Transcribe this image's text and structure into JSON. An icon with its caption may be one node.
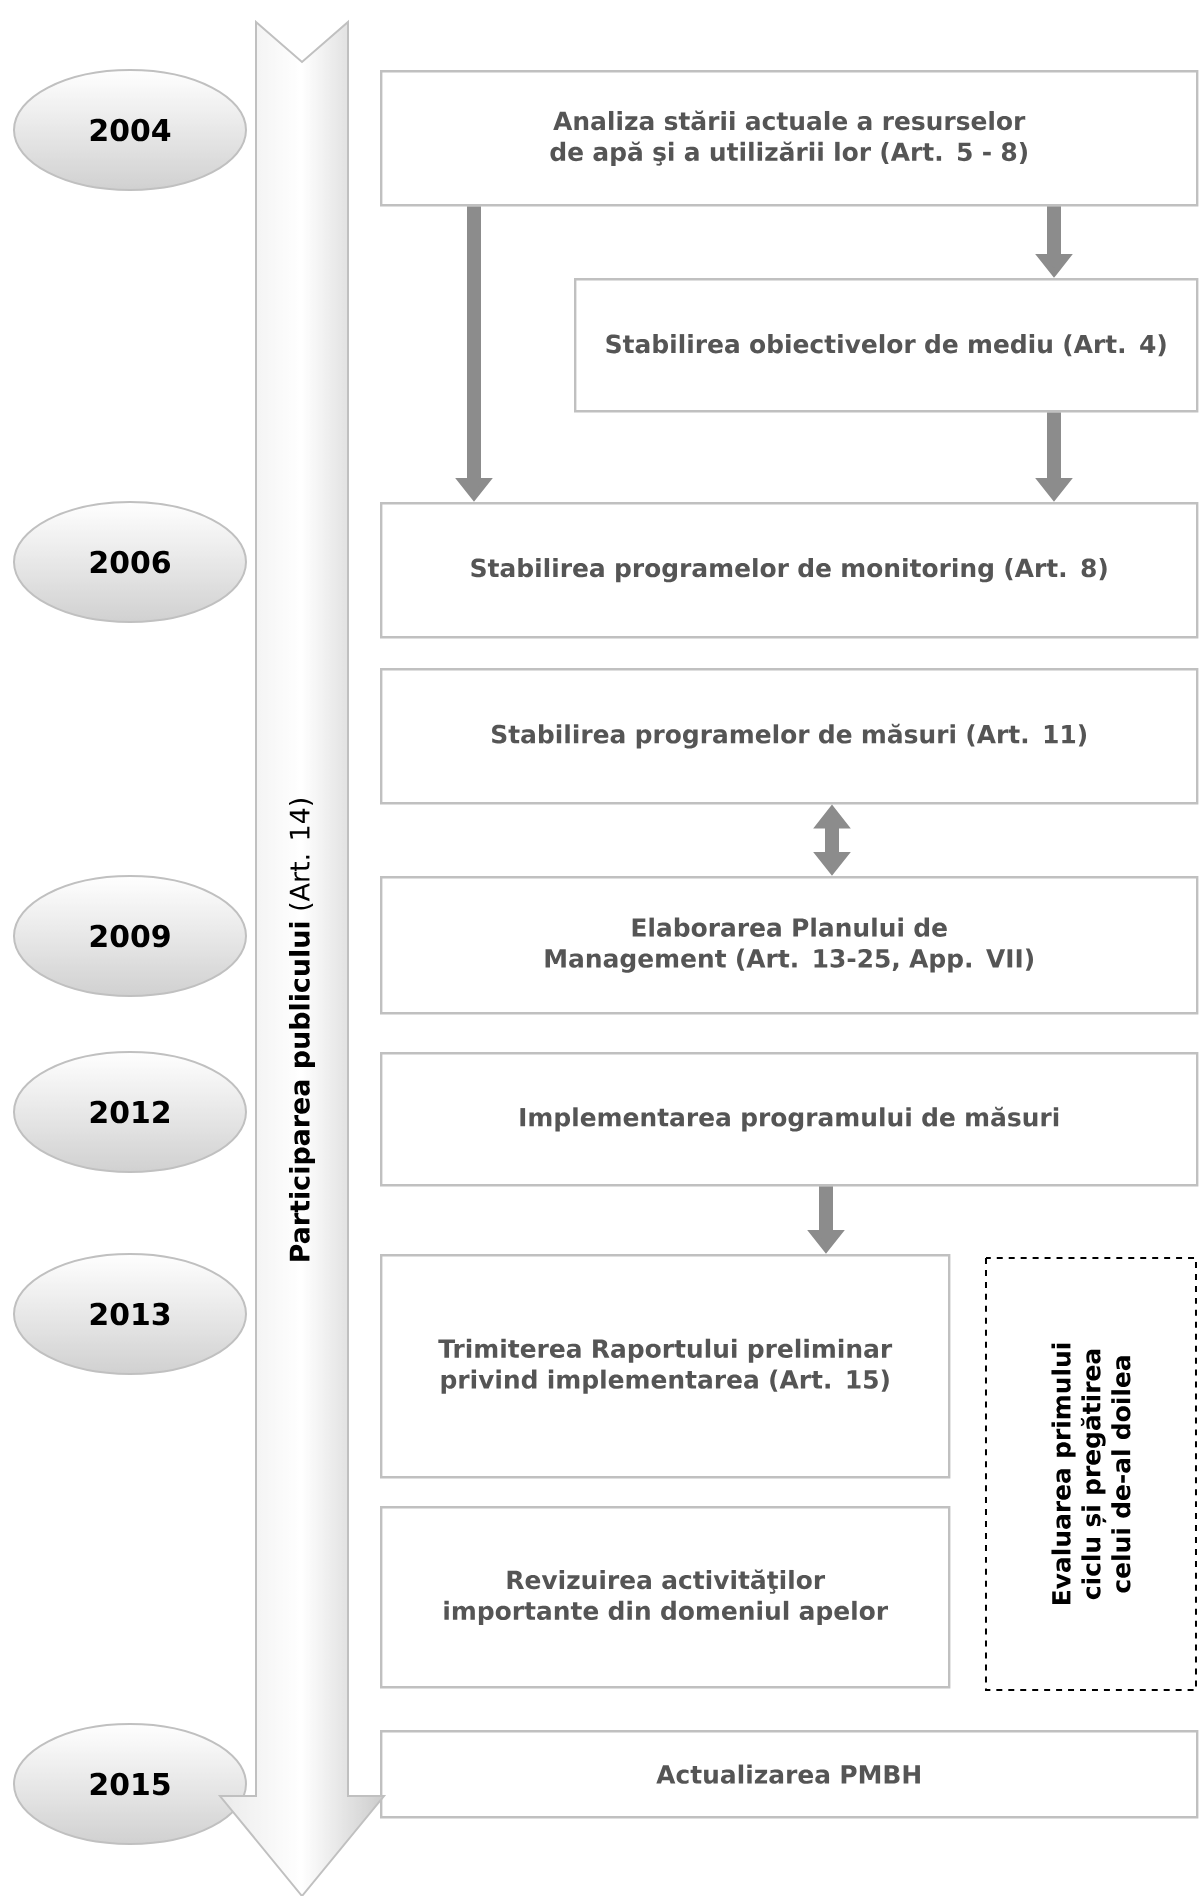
{
  "diagram": {
    "nodes": [
      {
        "text": [
          "2004"
        ]
      },
      {
        "text": [
          "2006"
        ]
      },
      {
        "text": [
          "2009"
        ]
      },
      {
        "text": [
          "2012"
        ]
      },
      {
        "text": [
          "2013"
        ]
      },
      {
        "text": [
          "2015"
        ]
      },
      {
        "text": [
          "Analiza stării actuale a resurselor de apă şi a utilizării lor (Art. 5 - 8)"
        ]
      },
      {
        "text": [
          "Stabilirea obiectivelor de mediu (Art. 4)"
        ]
      },
      {
        "text": [
          "Stabilirea programelor de monitoring (Art. 8)"
        ]
      },
      {
        "text": [
          "Stabilirea programelor de măsuri (Art. 11)"
        ]
      },
      {
        "text": [
          "Elaborarea Planului de Management (Art. 13-25, App. VII)"
        ]
      },
      {
        "text": [
          "Implementarea programului de măsuri"
        ]
      },
      {
        "text": [
          "Trimiterea Raportului preliminar privind implementarea (Art. 15)"
        ]
      },
      {
        "text": [
          "Revizuirea activităţilor importante din domeniul apelor"
        ]
      },
      {
        "text": [
          "Evaluarea primului ciclu și pregătirea celui de-al doilea"
        ]
      },
      {
        "text": [
          "Actualizarea PMBH"
        ]
      },
      {
        "text": [
          "**Participarea publicului** (Art. 14)"
        ]
      }
    ],
    "edges": [
      {
        "from": 6,
        "to": 8,
        "arrow": "to"
      },
      {
        "from": 6,
        "to": 7,
        "arrow": "to"
      },
      {
        "from": 7,
        "to": 8,
        "arrow": "to"
      },
      {
        "from": 9,
        "to": 10,
        "arrow": "both"
      },
      {
        "from": 11,
        "to": 12,
        "arrow": "to"
      }
    ]
  }
}
